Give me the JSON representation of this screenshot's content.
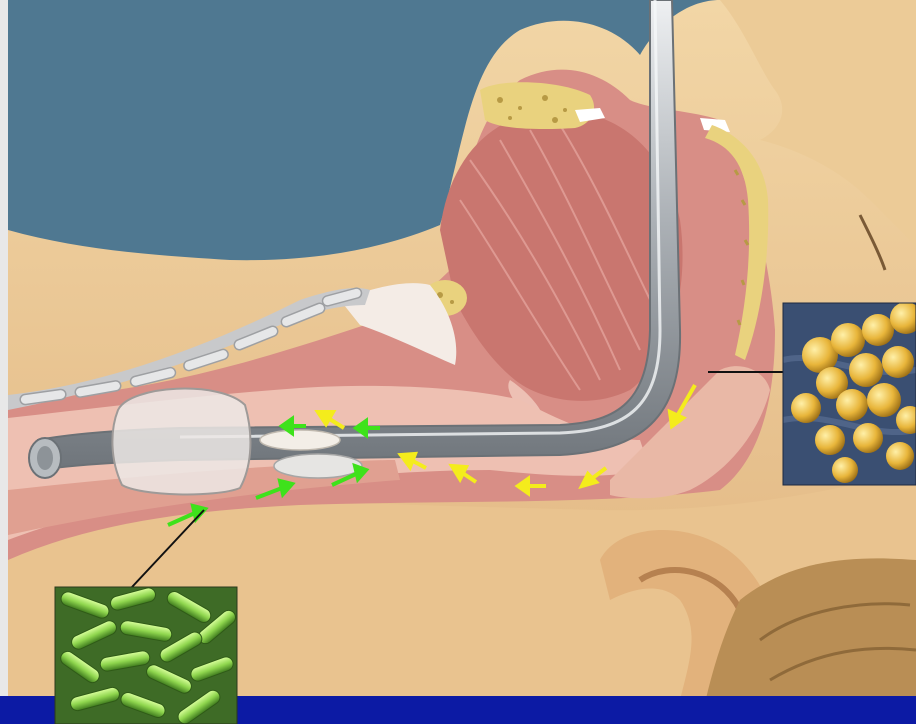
{
  "colors": {
    "sky": "#4f7891",
    "skin_light": "#efcf9d",
    "skin_mid": "#e2ba85",
    "skin_shadow": "#c99867",
    "tissue_pink": "#d88e86",
    "tissue_dark": "#b0615d",
    "mucosa": "#e8b1a3",
    "bone": "#e9d27e",
    "bone_spot": "#b79a45",
    "tube_gray": "#9aa0a6",
    "tube_highlight": "#dde1e4",
    "cuff": "#e7e2df",
    "arrow_yellow": "#f4ec1c",
    "arrow_green": "#3ee21b",
    "footer_bar": "#0c1aa4",
    "bacteria_green_bg": "#3e6b26",
    "bacteria_green": "#9be05a",
    "cocci_bg": "#3a4f72",
    "cocci_yellow": "#e8b53a"
  },
  "illustration": {
    "subject": "intubated-patient-airway-cross-section",
    "arrows": {
      "yellow_direction": "toward-trachea",
      "green_direction": "toward-lungs"
    }
  },
  "insets": {
    "left": {
      "organism": "rod-shaped-bacteria"
    },
    "right": {
      "organism": "cocci-bacteria"
    }
  }
}
